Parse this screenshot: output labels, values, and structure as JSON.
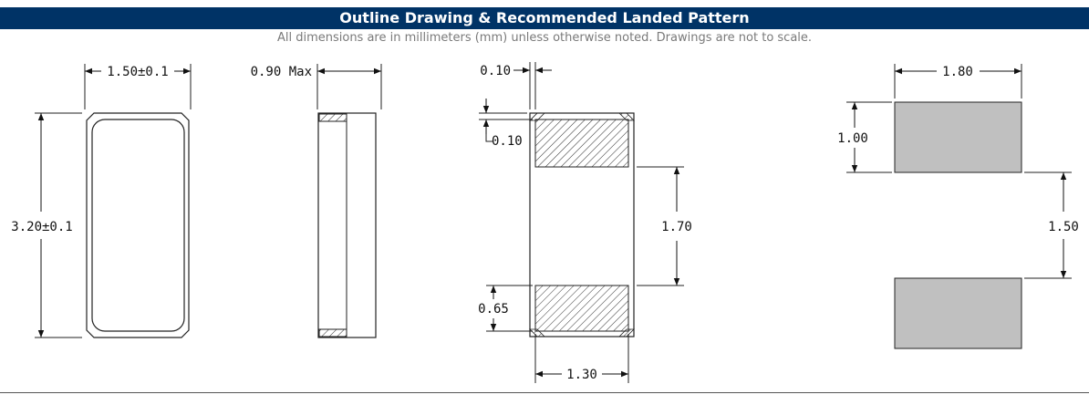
{
  "header": {
    "title": "Outline Drawing & Recommended Landed Pattern",
    "subtitle": "All dimensions are in millimeters (mm) unless otherwise noted. Drawings are not to scale."
  },
  "views": {
    "top": {
      "width_label": "1.50±0.1",
      "length_label": "3.20±0.1"
    },
    "side": {
      "height_label": "0.90 Max"
    },
    "bottom": {
      "edge_gap_label": "0.10",
      "end_gap_label": "0.10",
      "pad_spacing_label": "1.70",
      "pad_length_label": "0.65",
      "pad_width_label": "1.30"
    },
    "land_pattern": {
      "pad_width_label": "1.80",
      "pad_length_label": "1.00",
      "pad_gap_label": "1.50"
    }
  },
  "colors": {
    "header_bg": "#003366",
    "pad_fill": "#c0c0c0",
    "line": "#222222"
  }
}
